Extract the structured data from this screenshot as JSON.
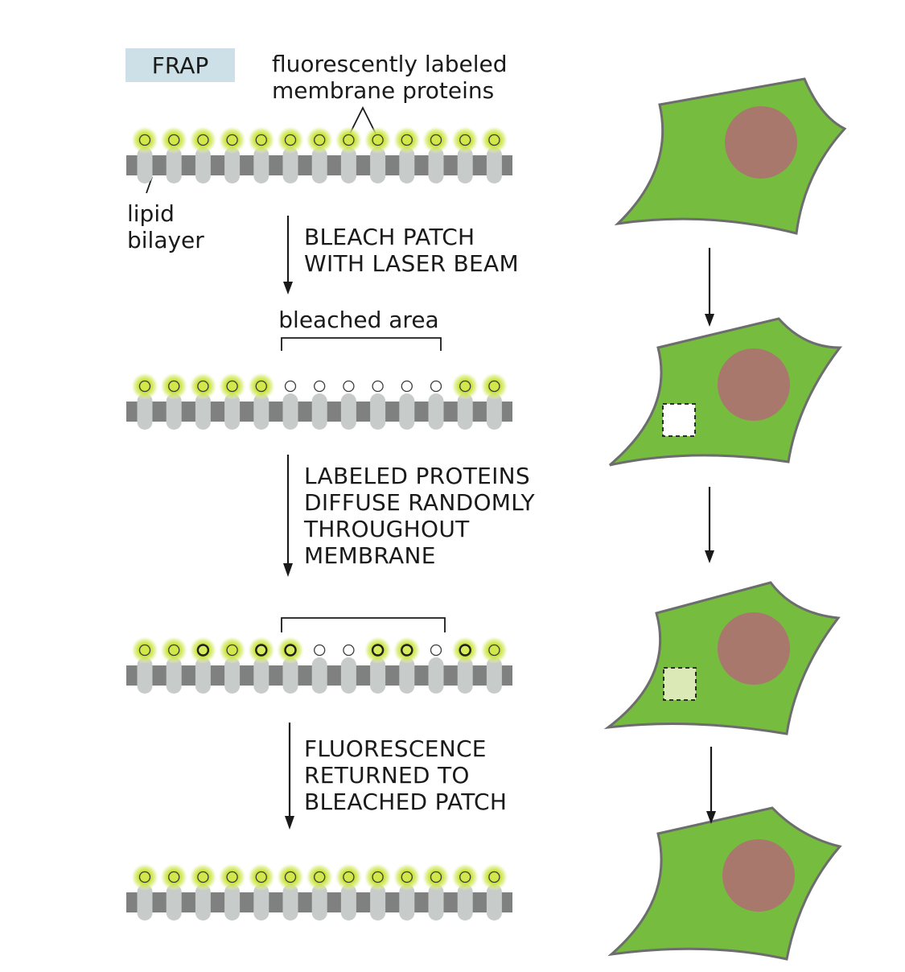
{
  "labels": {
    "frap_tag": "FRAP",
    "fluor_line1": "fluorescently labeled",
    "fluor_line2": "membrane proteins",
    "lipid_line1": "lipid",
    "lipid_line2": "bilayer",
    "bleached_area": "bleached area"
  },
  "steps": [
    {
      "line1": "BLEACH PATCH",
      "line2": "WITH LASER BEAM"
    },
    {
      "line1": "LABELED PROTEINS",
      "line2": "DIFFUSE RANDOMLY",
      "line3": "THROUGHOUT",
      "line4": "MEMBRANE"
    },
    {
      "line1": "FLUORESCENCE",
      "line2": "RETURNED TO",
      "line3": "BLEACHED PATCH"
    }
  ],
  "membranes": [
    {
      "states": [
        "f",
        "f",
        "f",
        "f",
        "f",
        "f",
        "f",
        "f",
        "f",
        "f",
        "f",
        "f",
        "f"
      ]
    },
    {
      "states": [
        "f",
        "f",
        "f",
        "f",
        "f",
        "b",
        "b",
        "b",
        "b",
        "b",
        "b",
        "f",
        "f"
      ]
    },
    {
      "states": [
        "f",
        "f",
        "r",
        "f",
        "r",
        "r",
        "b",
        "b",
        "r",
        "r",
        "b",
        "r",
        "f"
      ]
    },
    {
      "states": [
        "f",
        "f",
        "f",
        "f",
        "f",
        "f",
        "f",
        "f",
        "f",
        "f",
        "f",
        "f",
        "f"
      ]
    }
  ],
  "cells": [
    {
      "patch": "none"
    },
    {
      "patch": "bleached"
    },
    {
      "patch": "recovering"
    },
    {
      "patch": "none"
    }
  ],
  "colors": {
    "cell_fill": "#76bc3f",
    "cell_stroke": "#6d6d6d",
    "nucleus": "#a8786c",
    "glow": "#c8e233",
    "lipid_band": "#7f8080",
    "protein_body": "#c7cbc9",
    "frap_box": "#cde0e7",
    "patch_bleached": "#ffffff",
    "patch_recovering": "#dbe9b6"
  }
}
